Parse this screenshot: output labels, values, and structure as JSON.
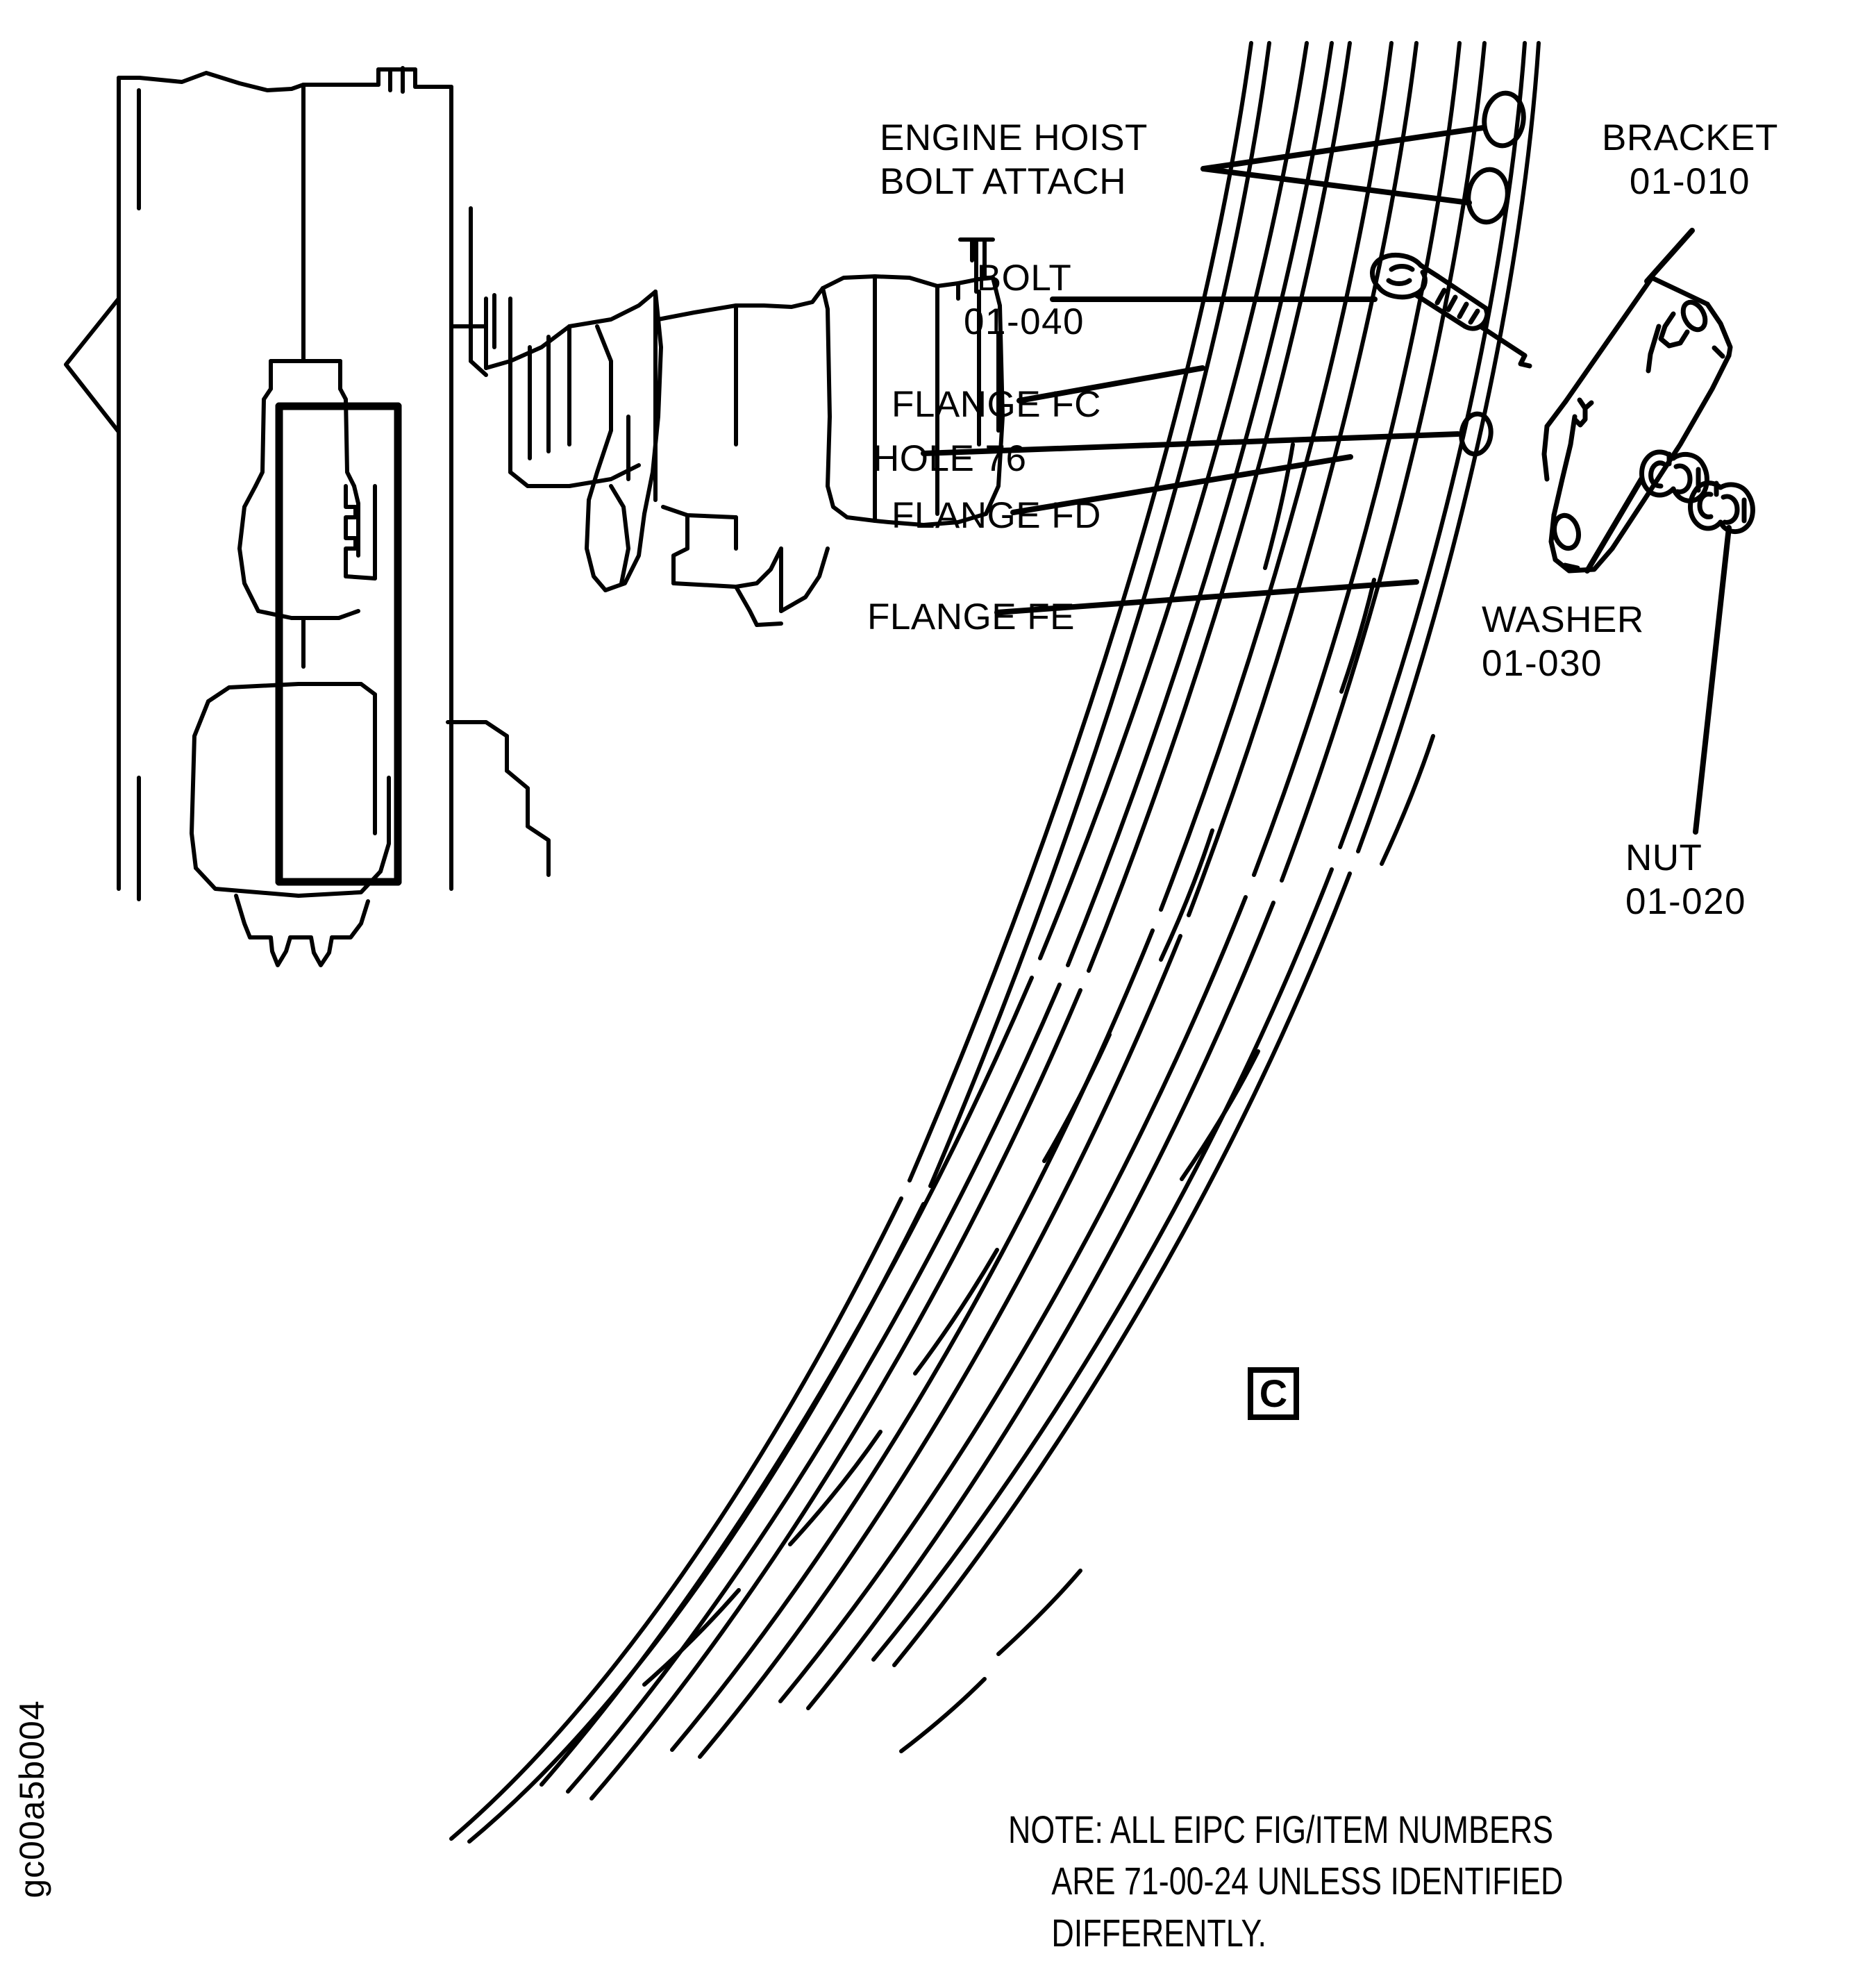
{
  "sheet": {
    "code": "gc00a5b004",
    "zone_marker": "C"
  },
  "note": {
    "line1": "NOTE: ALL EIPC FIG/ITEM NUMBERS",
    "line2": "ARE 71-00-24 UNLESS IDENTIFIED",
    "line3": "DIFFERENTLY."
  },
  "callouts": {
    "engine_hoist": {
      "line1": "ENGINE HOIST",
      "line2": "BOLT ATTACH"
    },
    "bolt": {
      "name": "BOLT",
      "item": "01-040"
    },
    "bracket": {
      "name": "BRACKET",
      "item": "01-010"
    },
    "washer": {
      "name": "WASHER",
      "item": "01-030"
    },
    "nut": {
      "name": "NUT",
      "item": "01-020"
    },
    "flange_fc": {
      "name": "FLANGE FC"
    },
    "hole_76": {
      "name": "HOLE 76"
    },
    "flange_fd": {
      "name": "FLANGE FD"
    },
    "flange_fe": {
      "name": "FLANGE FE"
    }
  },
  "graphics": {
    "stroke_color": "#000000",
    "background_color": "#ffffff",
    "key_view_outline": "engine-side-elevation",
    "detail_zone_label": "C"
  },
  "parts_list": [
    {
      "label": "BRACKET",
      "item": "01-010"
    },
    {
      "label": "NUT",
      "item": "01-020"
    },
    {
      "label": "WASHER",
      "item": "01-030"
    },
    {
      "label": "BOLT",
      "item": "01-040"
    }
  ],
  "features": [
    {
      "label": "ENGINE HOIST BOLT ATTACH"
    },
    {
      "label": "FLANGE FC"
    },
    {
      "label": "HOLE 76"
    },
    {
      "label": "FLANGE FD"
    },
    {
      "label": "FLANGE FE"
    }
  ]
}
